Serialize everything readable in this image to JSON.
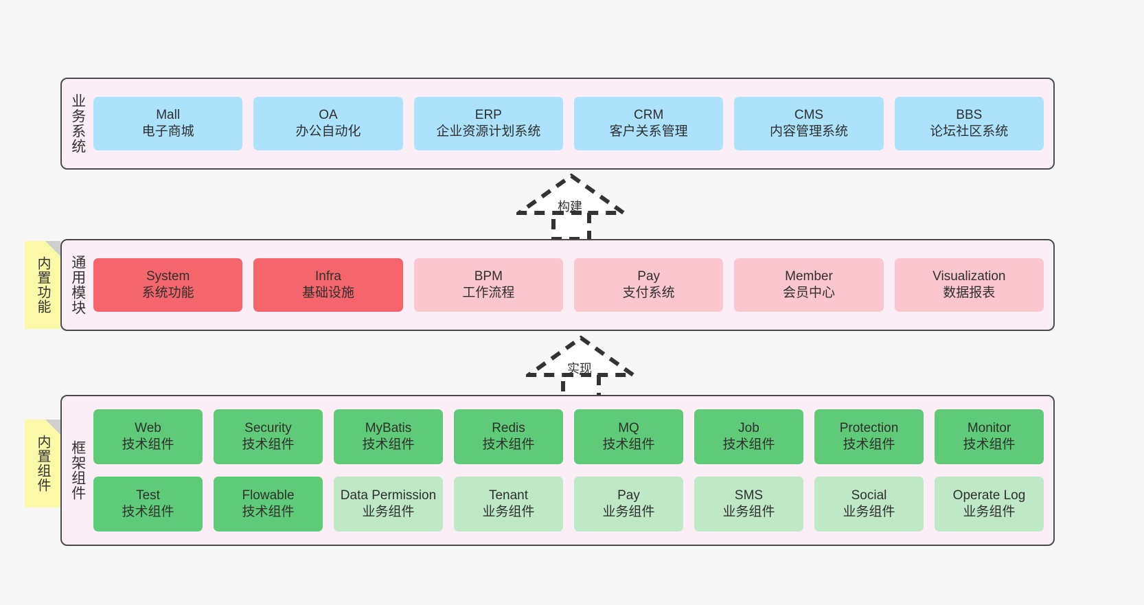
{
  "layers": [
    {
      "id": "business",
      "label": "业务系统",
      "rows": [
        {
          "style": "blue",
          "cards": [
            {
              "main": "Mall",
              "sub": "电子商城"
            },
            {
              "main": "OA",
              "sub": "办公自动化"
            },
            {
              "main": "ERP",
              "sub": "企业资源计划系统"
            },
            {
              "main": "CRM",
              "sub": "客户关系管理"
            },
            {
              "main": "CMS",
              "sub": "内容管理系统"
            },
            {
              "main": "BBS",
              "sub": "论坛社区系统"
            }
          ]
        }
      ]
    },
    {
      "id": "common",
      "label": "通用模块",
      "sticky": "内置功能",
      "rows": [
        {
          "cards": [
            {
              "main": "System",
              "sub": "系统功能",
              "style": "red-strong"
            },
            {
              "main": "Infra",
              "sub": "基础设施",
              "style": "red-strong"
            },
            {
              "main": "BPM",
              "sub": "工作流程",
              "style": "red-soft"
            },
            {
              "main": "Pay",
              "sub": "支付系统",
              "style": "red-soft"
            },
            {
              "main": "Member",
              "sub": "会员中心",
              "style": "red-soft"
            },
            {
              "main": "Visualization",
              "sub": "数据报表",
              "style": "red-soft"
            }
          ]
        }
      ]
    },
    {
      "id": "frame",
      "label": "框架组件",
      "sticky": "内置组件",
      "rows": [
        {
          "cards": [
            {
              "main": "Web",
              "sub": "技术组件",
              "style": "green-strong"
            },
            {
              "main": "Security",
              "sub": "技术组件",
              "style": "green-strong"
            },
            {
              "main": "MyBatis",
              "sub": "技术组件",
              "style": "green-strong"
            },
            {
              "main": "Redis",
              "sub": "技术组件",
              "style": "green-strong"
            },
            {
              "main": "MQ",
              "sub": "技术组件",
              "style": "green-strong"
            },
            {
              "main": "Job",
              "sub": "技术组件",
              "style": "green-strong"
            },
            {
              "main": "Protection",
              "sub": "技术组件",
              "style": "green-strong"
            },
            {
              "main": "Monitor",
              "sub": "技术组件",
              "style": "green-strong"
            }
          ]
        },
        {
          "cards": [
            {
              "main": "Test",
              "sub": "技术组件",
              "style": "green-strong"
            },
            {
              "main": "Flowable",
              "sub": "技术组件",
              "style": "green-strong"
            },
            {
              "main": "Data Permission",
              "sub": "业务组件",
              "style": "green-soft"
            },
            {
              "main": "Tenant",
              "sub": "业务组件",
              "style": "green-soft"
            },
            {
              "main": "Pay",
              "sub": "业务组件",
              "style": "green-soft"
            },
            {
              "main": "SMS",
              "sub": "业务组件",
              "style": "green-soft"
            },
            {
              "main": "Social",
              "sub": "业务组件",
              "style": "green-soft"
            },
            {
              "main": "Operate Log",
              "sub": "业务组件",
              "style": "green-soft"
            }
          ]
        }
      ]
    }
  ],
  "connectors": [
    {
      "id": "build",
      "label": "构建"
    },
    {
      "id": "impl",
      "label": "实现"
    }
  ],
  "colors": {
    "band_fill": "#fbeef6",
    "band_border": "#4a4a4a",
    "blue": "#ace2fb",
    "red_strong": "#f4666c",
    "red_soft": "#fbc6ce",
    "green_strong": "#5fca77",
    "green_soft": "#bfe8c7",
    "sticky": "#fbf8a8",
    "canvas": "#f7f7f7"
  }
}
